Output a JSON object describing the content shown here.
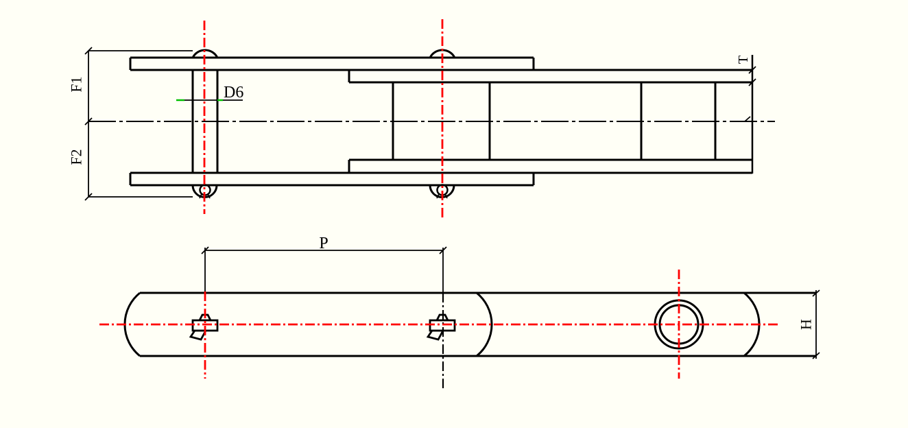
{
  "labels": {
    "f1": "F1",
    "f2": "F2",
    "d6": "D6",
    "p": "P",
    "t": "T",
    "h": "H"
  },
  "colors": {
    "line": "#000000",
    "centerline_red": "#FF0000",
    "leader_green": "#00C000",
    "background": "#FFFFF6"
  }
}
